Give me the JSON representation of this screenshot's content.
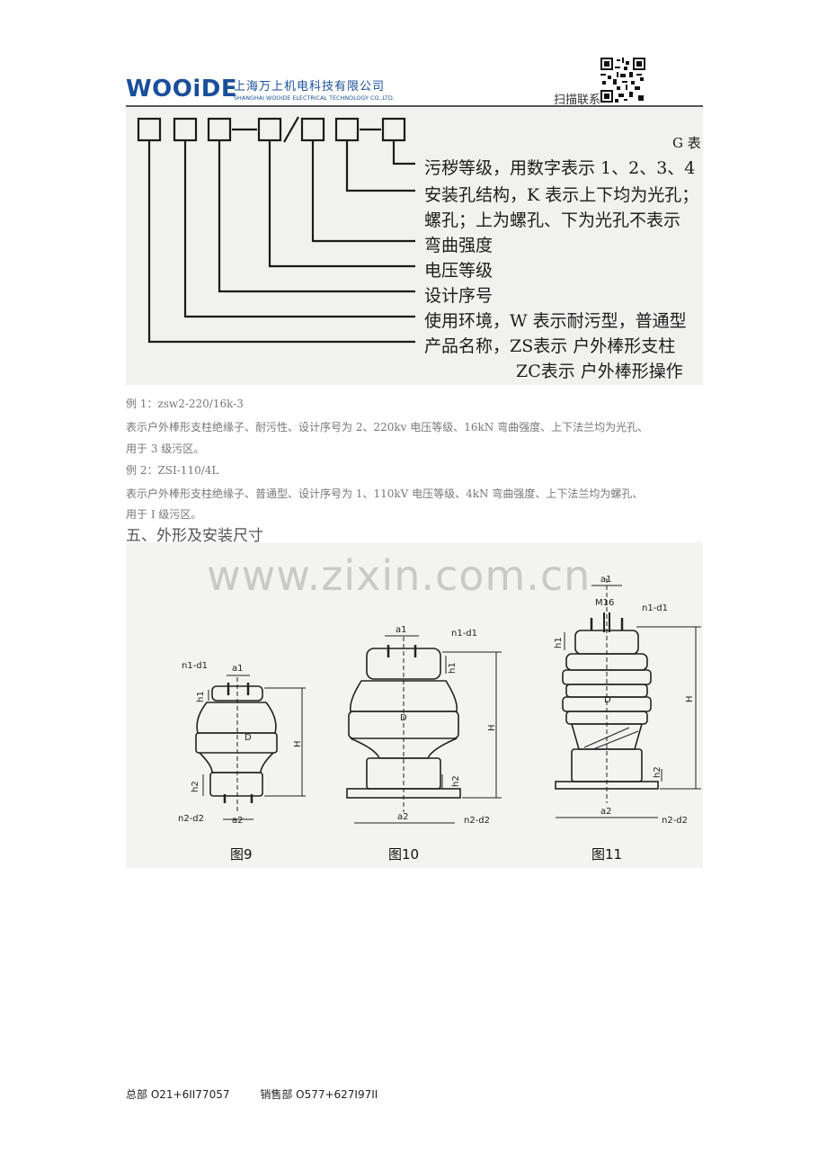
{
  "header": {
    "logo": "WOOiDE",
    "company_cn": "上海万上机电科技有限公司",
    "company_en": "SHANGHAI WOOIDE ELECTRICAL TECHNOLOGY CO.,LTD.",
    "scan_label": "扫描联系"
  },
  "code_diagram": {
    "corner_label": "G 表",
    "labels": [
      "污秽等级，用数字表示 1、2、3、4",
      "安装孔结构，K 表示上下均为光孔；",
      "螺孔；上为螺孔、下为光孔不表示",
      "弯曲强度",
      "电压等级",
      "设计序号",
      "使用环境，W 表示耐污型，普通型",
      "产品名称，ZS表示  户外棒形支柱",
      "ZC表示  户外棒形操作"
    ]
  },
  "examples": {
    "ex1_title": "例 1：zsw2-220/16k-3",
    "ex1_line1": "表示户外棒形支柱绝缘子、耐污性、设计序号为 2、220kv 电压等级、16kN 弯曲强度、上下法兰均为光孔、",
    "ex1_line2": "用于 3 级污区。",
    "ex2_title": "例 2：ZSI-110/4L",
    "ex2_line1": "表示户外棒形支柱绝缘子、普通型、设计序号为 1、110kV 电压等级、4kN 弯曲强度、上下法兰均为螺孔、",
    "ex2_line2": "用于 I 级污区。"
  },
  "section_title": "五、外形及安装尺寸",
  "figures": {
    "watermark": "www.zixin.com.cn",
    "dims": {
      "a1": "a1",
      "a2": "a2",
      "n1d1": "n1-d1",
      "n2d2": "n2-d2",
      "h1": "h1",
      "h2": "h2",
      "H": "H",
      "D": "D",
      "M16": "M16"
    },
    "captions": [
      "图9",
      "图10",
      "图11"
    ]
  },
  "footer": {
    "hq": "总部 O21+6II77057",
    "sales": "销售部 O577+627I97II"
  }
}
